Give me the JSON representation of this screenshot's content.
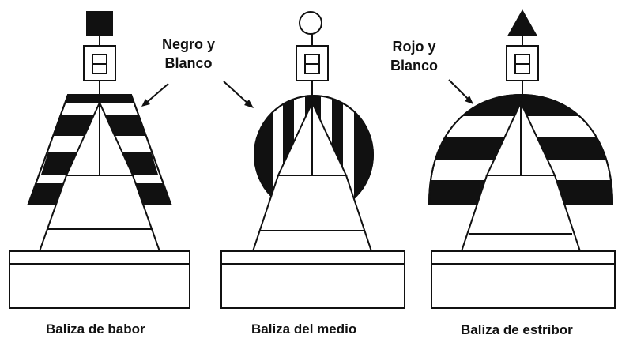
{
  "colors": {
    "ink": "#111111",
    "paper": "#ffffff"
  },
  "annotations": {
    "left": {
      "line1": "Negro y",
      "line2": "Blanco"
    },
    "right": {
      "line1": "Rojo y",
      "line2": "Blanco"
    }
  },
  "buoys": [
    {
      "caption": "Baliza de babor",
      "topmark": "filled-square-topmark",
      "body": "striped-trapezoid"
    },
    {
      "caption": "Baliza del medio",
      "topmark": "open-circle-topmark",
      "body": "vertical-striped-sphere"
    },
    {
      "caption": "Baliza de estribor",
      "topmark": "filled-triangle-topmark",
      "body": "striped-dome"
    }
  ]
}
